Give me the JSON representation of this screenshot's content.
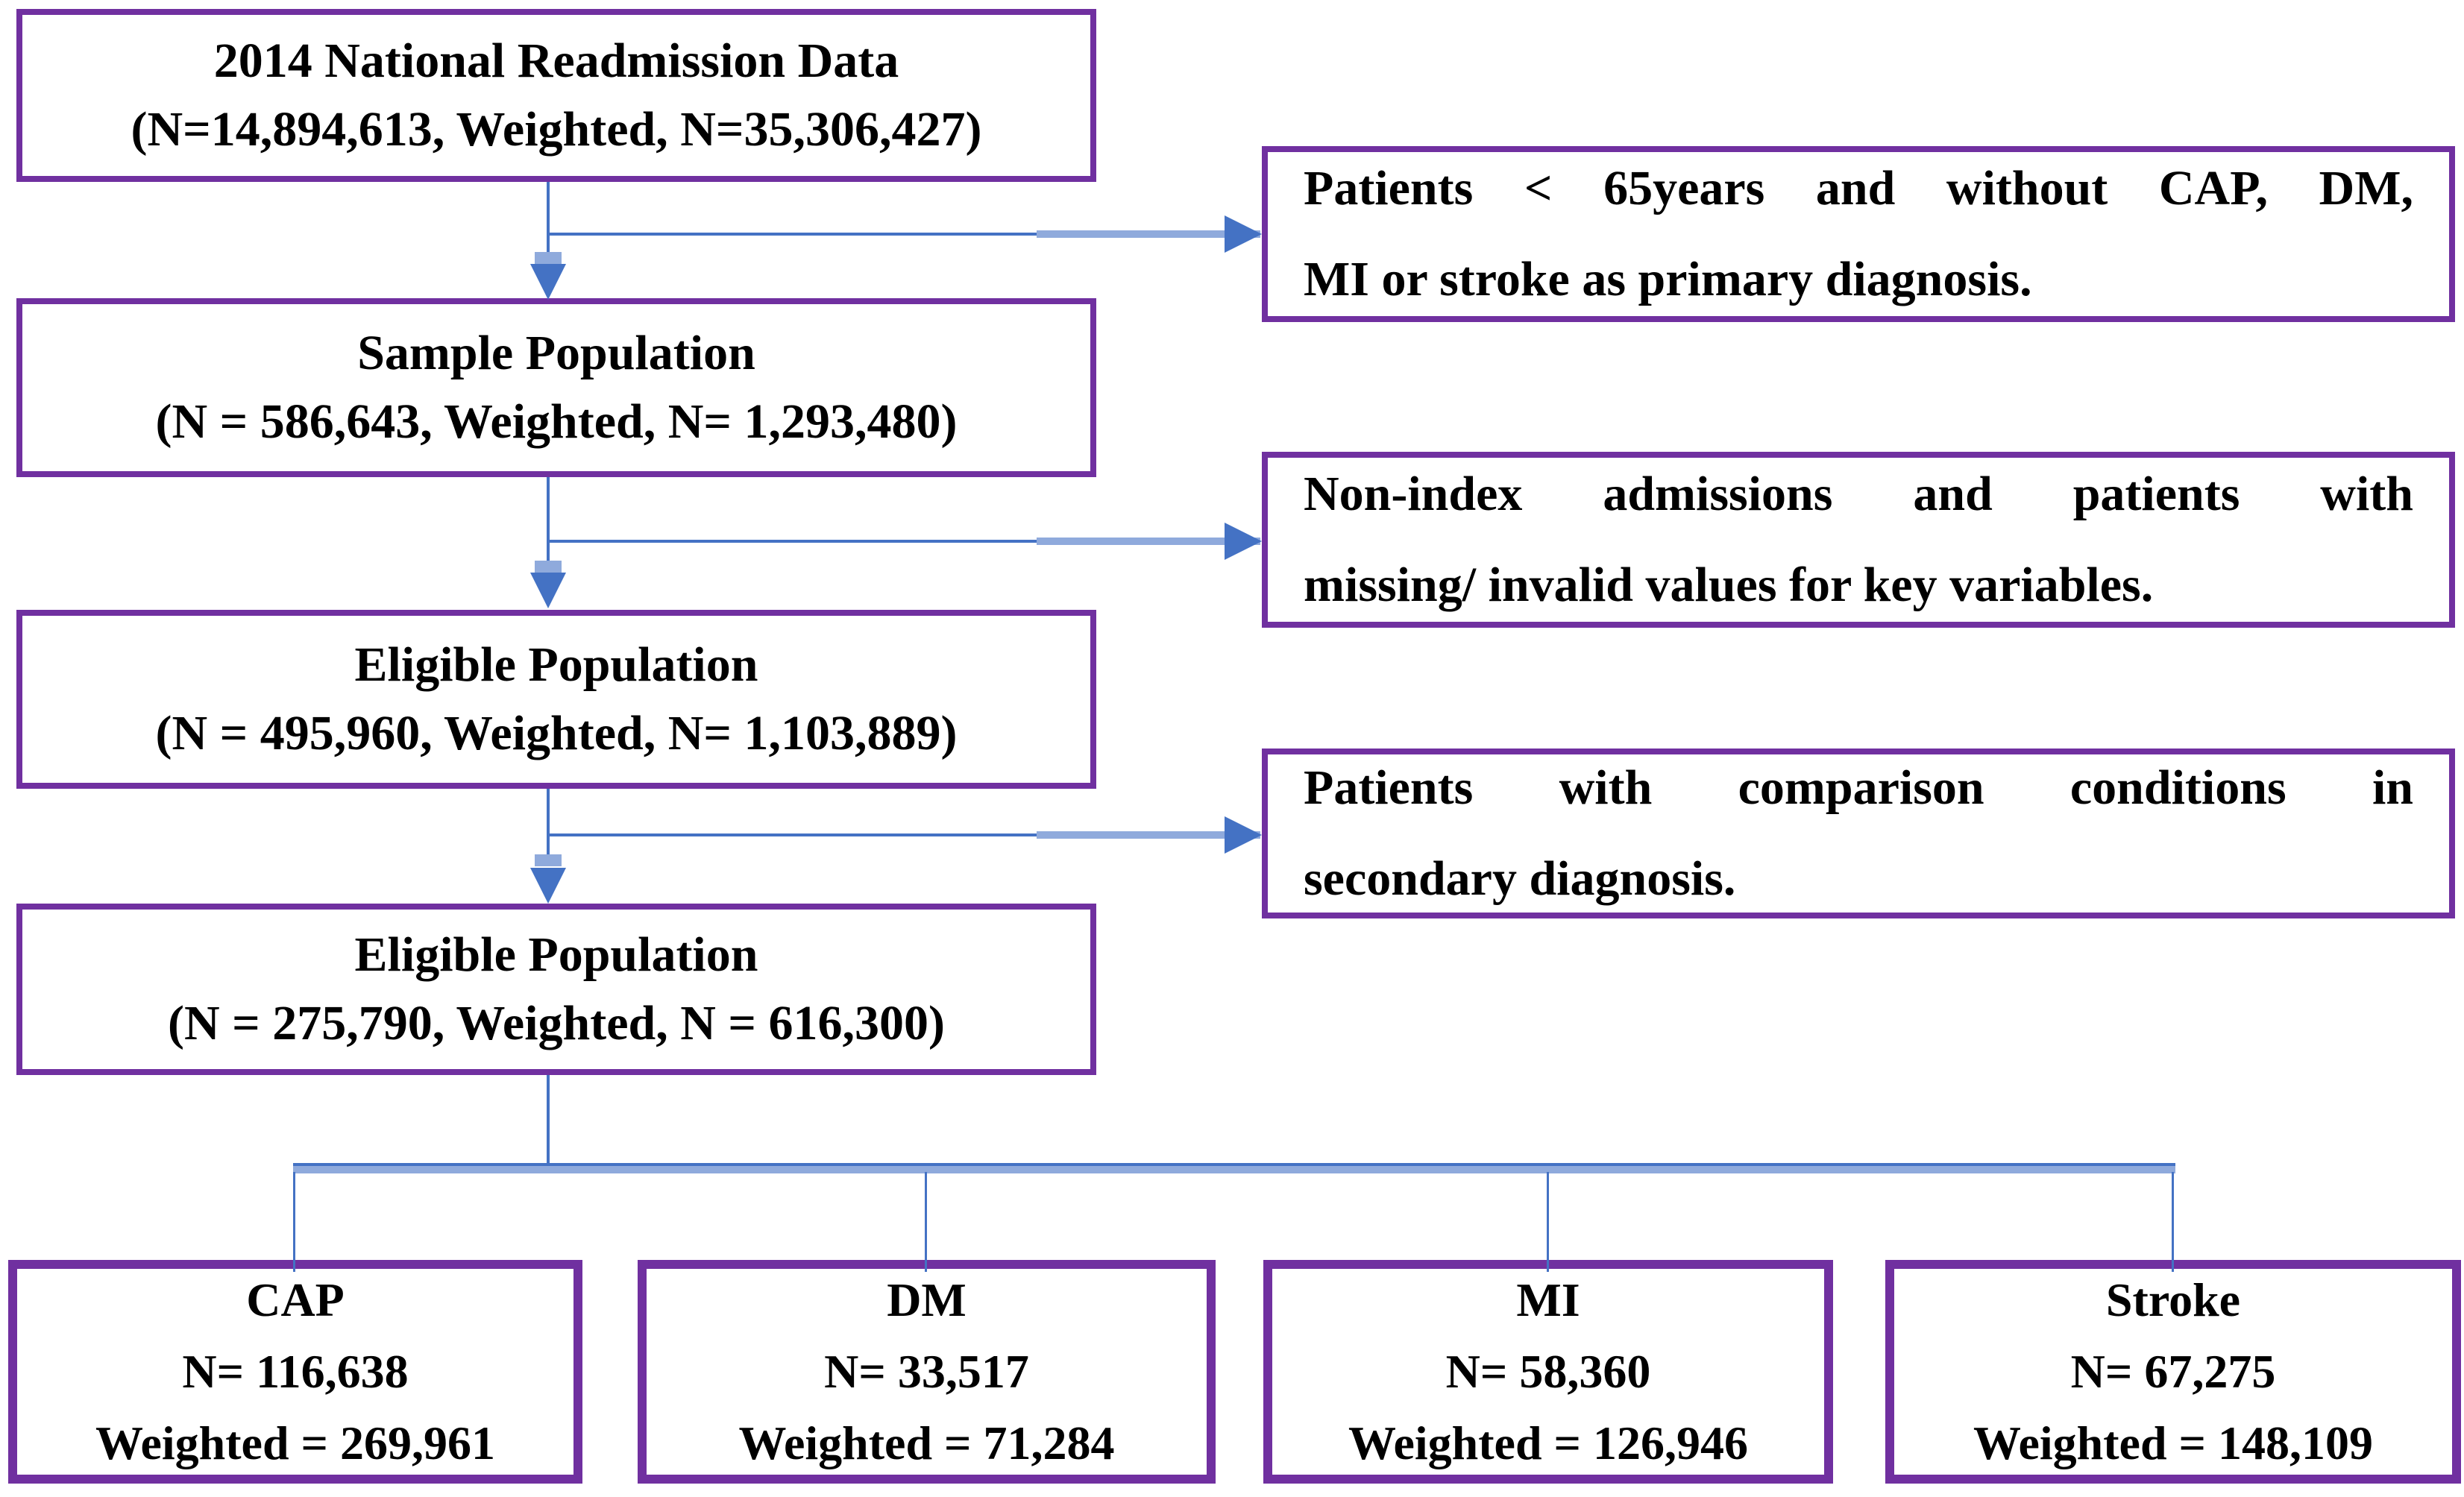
{
  "figure": {
    "type": "cohort-selection-flowchart",
    "colors": {
      "box_border": "#7030A0",
      "connector_dark": "#4472C4",
      "connector_light": "#8FAADC",
      "text": "#000000",
      "background": "#ffffff"
    },
    "main_boxes": [
      {
        "title": "2014 National Readmission Data",
        "subtitle": "(N=14,894,613, Weighted, N=35,306,427)"
      },
      {
        "title": "Sample Population",
        "subtitle": "(N = 586,643, Weighted, N= 1,293,480)"
      },
      {
        "title": "Eligible Population",
        "subtitle": "(N = 495,960, Weighted, N= 1,103,889)"
      },
      {
        "title": "Eligible Population",
        "subtitle": "(N = 275,790, Weighted, N = 616,300)"
      }
    ],
    "exclusion_boxes": [
      {
        "lines": [
          "Patients < 65years and without CAP, DM,",
          "MI or stroke as primary diagnosis."
        ]
      },
      {
        "lines": [
          "Non-index admissions and patients with",
          "missing/ invalid values for key variables."
        ]
      },
      {
        "lines": [
          "Patients with comparison conditions in",
          "secondary diagnosis."
        ]
      }
    ],
    "outcome_boxes": [
      {
        "label": "CAP",
        "n": "N= 116,638",
        "weighted": "Weighted = 269,961"
      },
      {
        "label": "DM",
        "n": "N= 33,517",
        "weighted": "Weighted = 71,284"
      },
      {
        "label": "MI",
        "n": "N= 58,360",
        "weighted": "Weighted = 126,946"
      },
      {
        "label": "Stroke",
        "n": "N= 67,275",
        "weighted": "Weighted = 148,109"
      }
    ]
  }
}
